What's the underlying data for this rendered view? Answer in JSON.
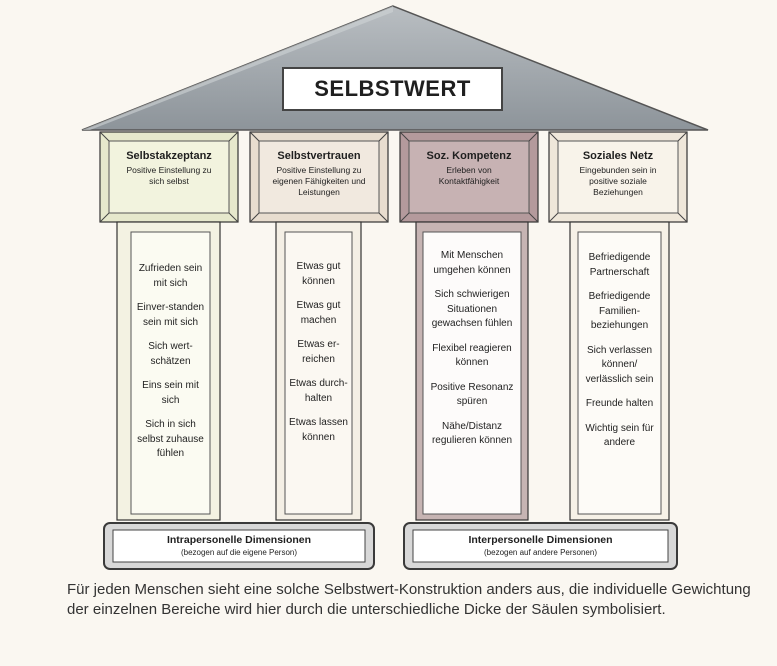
{
  "roof_title": "SELBSTWERT",
  "pillars": [
    {
      "title": "Selbstakzeptanz",
      "subtitle": "Positive Einstellung zu sich selbst",
      "items": [
        "Zufrieden sein mit sich",
        "Einver-standen sein mit sich",
        "Sich wert-schätzen",
        "Eins sein mit sich",
        "Sich in sich selbst zuhause fühlen"
      ],
      "cap_color": "#e6e8cc",
      "column_color": "#f3f2e2"
    },
    {
      "title": "Selbstvertrauen",
      "subtitle": "Positive Einstellung zu eigenen Fähigkeiten und Leistungen",
      "items": [
        "Etwas gut können",
        "Etwas gut machen",
        "Etwas er-reichen",
        "Etwas durch-halten",
        "Etwas lassen können"
      ],
      "cap_color": "#e8ddcf",
      "column_color": "#f4efe5"
    },
    {
      "title": "Soz. Kompetenz",
      "subtitle": "Erleben von Kontaktfähigkeit",
      "items": [
        "Mit Menschen umgehen können",
        "Sich schwierigen Situationen gewachsen fühlen",
        "Flexibel reagieren können",
        "Positive Resonanz spüren",
        "Nähe/Distanz regulieren können"
      ],
      "cap_color": "#b49a9c",
      "column_color": "#dcd0cf"
    },
    {
      "title": "Soziales Netz",
      "subtitle": "Eingebunden sein in positive soziale Beziehungen",
      "items": [
        "Befriedigende Partnerschaft",
        "Befriedigende Familien-beziehungen",
        "Sich verlassen können/ verlässlich sein",
        "Freunde halten",
        "Wichtig sein für andere"
      ],
      "cap_color": "#efe7da",
      "column_color": "#f6f1e7"
    }
  ],
  "dimensions": [
    {
      "title": "Intrapersonelle Dimensionen",
      "subtitle": "(bezogen auf die eigene Person)"
    },
    {
      "title": "Interpersonelle Dimensionen",
      "subtitle": "(bezogen auf andere Personen)"
    }
  ],
  "caption": "Für jeden Menschen sieht eine solche Selbstwert-Konstruktion anders aus, die individuelle Gewichtung der einzelnen Bereiche wird hier durch die unterschiedliche Dicke der Säulen symbolisiert.",
  "colors": {
    "roof": "#a3a9ae",
    "frame": "#4a4a4a",
    "background": "#faf7f1",
    "dimension_box": "#dcdcdc"
  }
}
